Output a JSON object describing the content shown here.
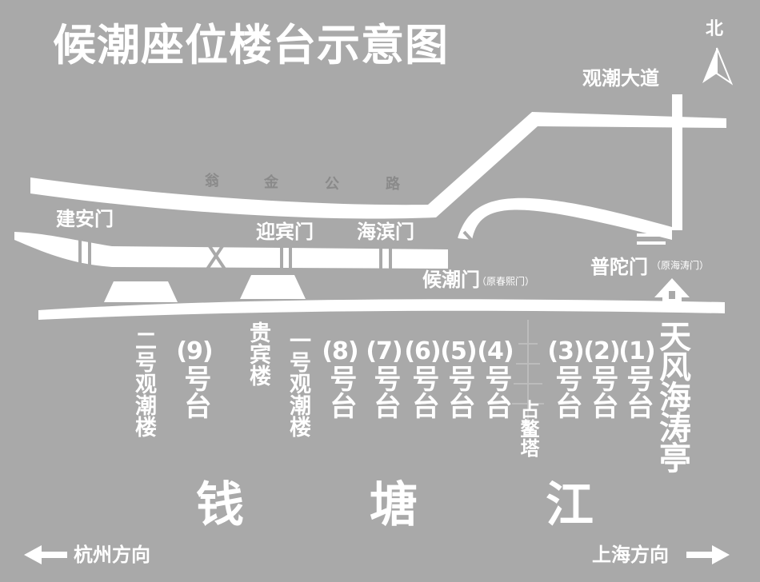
{
  "title": "候潮座位楼台示意图",
  "north": "北",
  "roads": {
    "guanchao_avenue": "观潮大道",
    "wengjin_road": [
      "翁",
      "金",
      "公",
      "路"
    ]
  },
  "gates": {
    "jianan": "建安门",
    "yingbin": "迎宾门",
    "haibin": "海滨门",
    "houchao": "候潮门",
    "houchao_note": "（原春熙门）",
    "putuo": "普陀门",
    "putuo_note": "（原海涛门）"
  },
  "buildings": {
    "erhao": "二号观潮楼",
    "guibin": "贵宾楼",
    "yihao": "一号观潮楼",
    "tower": "占鳌塔",
    "pavilion": "天风海涛亭"
  },
  "platforms": [
    {
      "num": "(9)",
      "label": "号台"
    },
    {
      "num": "(8)",
      "label": "号台"
    },
    {
      "num": "(7)",
      "label": "号台"
    },
    {
      "num": "(6)",
      "label": "号台"
    },
    {
      "num": "(5)",
      "label": "号台"
    },
    {
      "num": "(4)",
      "label": "号台"
    },
    {
      "num": "(3)",
      "label": "号台"
    },
    {
      "num": "(2)",
      "label": "号台"
    },
    {
      "num": "(1)",
      "label": "号台"
    }
  ],
  "river": [
    "钱",
    "塘",
    "江"
  ],
  "directions": {
    "hangzhou": "杭州方向",
    "shanghai": "上海方向"
  }
}
